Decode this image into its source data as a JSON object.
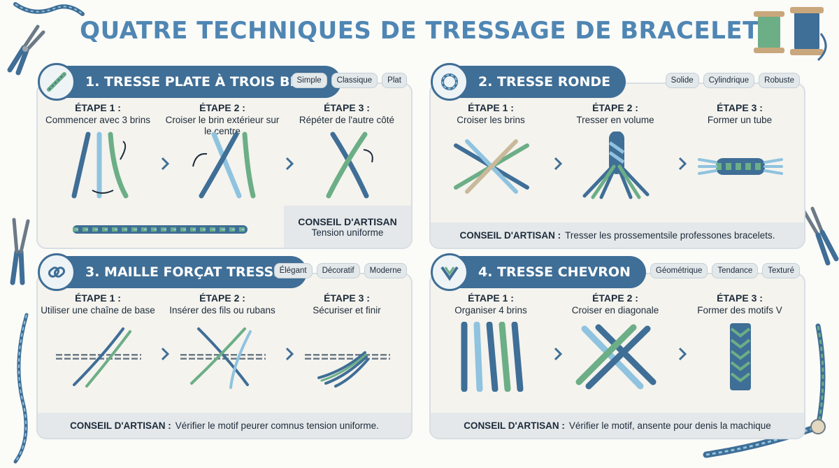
{
  "title": "QUATRE TECHNIQUES DE TRESSAGE DE BRACELET",
  "panels": [
    {
      "title": "1. TRESSE PLATE À TROIS BRINS",
      "icon": "braid-icon",
      "tags": [
        "Simple",
        "Classique",
        "Plat"
      ],
      "steps": [
        {
          "label": "ÉTAPE 1 :",
          "desc": "Commencer avec 3 brins"
        },
        {
          "label": "ÉTAPE 2 :",
          "desc": "Croiser le brin extérieur sur le centre"
        },
        {
          "label": "ÉTAPE 3 :",
          "desc": "Répéter de l'autre côté"
        }
      ],
      "tip_label": "CONSEIL D'ARTISAN",
      "tip_text": "Tension uniforme"
    },
    {
      "title": "2. TRESSE RONDE",
      "icon": "round-braid-icon",
      "tags": [
        "Solide",
        "Cylindrique",
        "Robuste"
      ],
      "steps": [
        {
          "label": "ÉTAPE 1 :",
          "desc": "Croiser les brins"
        },
        {
          "label": "ÉTAPE 2 :",
          "desc": "Tresser en volume"
        },
        {
          "label": "ÉTAPE 3 :",
          "desc": "Former un tube"
        }
      ],
      "tip_label": "CONSEIL D'ARTISAN :",
      "tip_text": "Tresser les prossementsile professones bracelets."
    },
    {
      "title": "3. MAILLE FORÇAT TRESSÉE",
      "icon": "chain-link-icon",
      "tags": [
        "Élégant",
        "Décoratif",
        "Moderne"
      ],
      "steps": [
        {
          "label": "ÉTAPE 1 :",
          "desc": "Utiliser une chaîne de base"
        },
        {
          "label": "ÉTAPE 2 :",
          "desc": "Insérer des fils ou rubans"
        },
        {
          "label": "ÉTAPE 3 :",
          "desc": "Sécuriser et finir"
        }
      ],
      "tip_label": "CONSEIL D'ARTISAN :",
      "tip_text": "Vérifier le motif peurer comnus tension uniforme."
    },
    {
      "title": "4. TRESSE CHEVRON",
      "icon": "chevron-heart-icon",
      "tags": [
        "Géométrique",
        "Tendance",
        "Texturé"
      ],
      "steps": [
        {
          "label": "ÉTAPE 1 :",
          "desc": "Organiser 4 brins"
        },
        {
          "label": "ÉTAPE 2 :",
          "desc": "Croiser en diagonale"
        },
        {
          "label": "ÉTAPE 3 :",
          "desc": "Former des motifs V"
        }
      ],
      "tip_label": "CONSEIL D'ARTISAN :",
      "tip_text": "Vérifier le motif, ansente pour denis la machique"
    }
  ],
  "colors": {
    "dark_blue": "#3f6e96",
    "light_blue": "#8fc3df",
    "green": "#6cae86",
    "title_blue": "#4f86b3"
  }
}
